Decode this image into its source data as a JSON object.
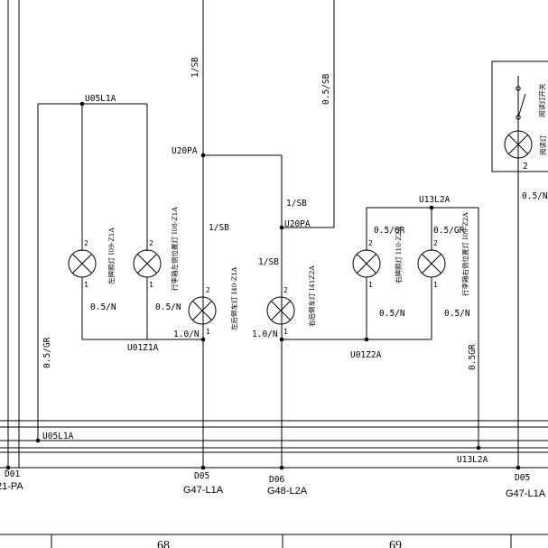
{
  "wires": {
    "w_1sb_top": "1/SB",
    "w_05sb_top": "0.5/SB",
    "w_1sb_mid": "1/SB",
    "w_1sb_left": "1/SB",
    "w_1sb_right": "1/SB",
    "w_05gr_lamp3": "0.5/GR",
    "w_05gr_lamp4": "0.5/GR",
    "w_05n_lamp1": "0.5/N",
    "w_05n_lamp2": "0.5/N",
    "w_10n_left": "1.0/N",
    "w_10n_right": "1.0/N",
    "w_05n_lamp3": "0.5/N",
    "w_05n_lamp4": "0.5/N",
    "w_05gr_leftvert": "0.5/GR",
    "w_05gr_rightvert": "0.5GR",
    "w_05n_farright": "0.5/N"
  },
  "nodes": {
    "u05l1a_top": "U05L1A",
    "u20pa_top": "U20PA",
    "u20pa_mid": "U20PA",
    "u13l2a_top": "U13L2A",
    "u01z1a": "U01Z1A",
    "u01z2a": "U01Z2A",
    "u05l1a_bus": "U05L1A",
    "u13l2a_bus": "U13L2A"
  },
  "lamps": {
    "lamp1": "左牌照灯 I09-Z1A",
    "lamp2": "行李箱左侧位置灯 I08-Z1A",
    "lamp_rev_left": "左后倒车灯 I40-Z1A",
    "lamp_rev_right": "右后倒车灯 I41Z2A",
    "lamp3": "右牌照灯 I10-Z2A",
    "lamp4": "行李箱右侧位置灯 I09-Z2A",
    "lamp_read": "阅读灯",
    "switch_read": "阅读灯开关"
  },
  "pins": {
    "p1": "1",
    "p2": "2",
    "read_pin": "2"
  },
  "connectors": {
    "d01": "D01",
    "d01_part": "21-PA",
    "d05": "D05",
    "d05_part": "G47-L1A",
    "d06": "D06",
    "d06_part": "G48-L2A",
    "d05b": "D05",
    "d05b_part": "G47-L1A"
  },
  "footer": {
    "page_left": "68",
    "page_right": "69"
  }
}
